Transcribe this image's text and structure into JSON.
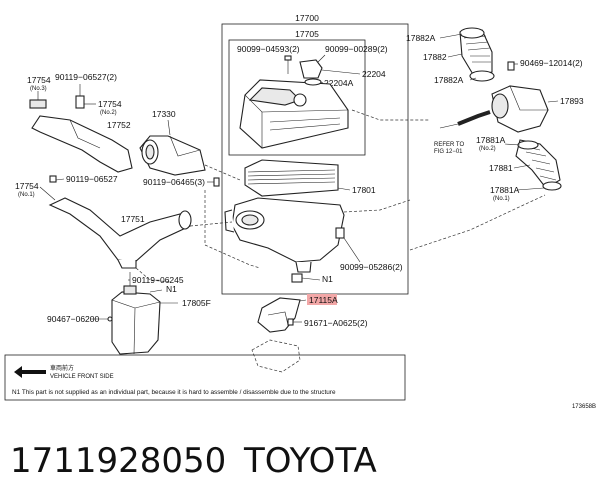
{
  "labels": {
    "l17700": "17700",
    "l17705": "17705",
    "l90099_04593": "90099−04593(2)",
    "l90099_00289": "90099−00289(2)",
    "l22204": "22204",
    "l22204A": "22204A",
    "l17754_no3": "17754",
    "l17754_no3_sub": "(No.3)",
    "l90119_06527_2": "90119−06527(2)",
    "l17754_no2": "17754",
    "l17754_no2_sub": "(No.2)",
    "l17752": "17752",
    "l17330": "17330",
    "l90119_06527": "90119−06527",
    "l17754_no1": "17754",
    "l17754_no1_sub": "(No.1)",
    "l90119_06465": "90119−06465(3)",
    "l17801": "17801",
    "l17751": "17751",
    "l90099_05286": "90099−05286(2)",
    "l90119_06245": "90119−06245",
    "l17805F": "17805F",
    "l90467_06200": "90467−06200",
    "lN1_a": "N1",
    "lN1_b": "N1",
    "lN1_c": "N1",
    "l17115A": "17115A",
    "l91671_A0625": "91671−A0625(2)",
    "l17882A_top": "17882A",
    "l17882": "17882",
    "l90469_12014": "90469−12014(2)",
    "l17882A_mid": "17882A",
    "l17893": "17893",
    "refer_1": "REFER TO",
    "refer_2": "FIG 12−01",
    "l17881A_no2": "17881A",
    "l17881A_no2_sub": "(No.2)",
    "l17881": "17881",
    "l17881A_no1": "17881A",
    "l17881A_no1_sub": "(No.1)",
    "front_jp": "車両前方",
    "front_en": "VEHICLE FRONT SIDE",
    "note": "N1  This part is not supplied as an individual part, because it is hard to assemble / disassemble due to the structure",
    "fig_code": "173658B"
  },
  "footer": {
    "part_number": "1711928050",
    "brand": "TOYOTA"
  },
  "colors": {
    "highlight": "#f2a7a7",
    "line": "#222222"
  }
}
